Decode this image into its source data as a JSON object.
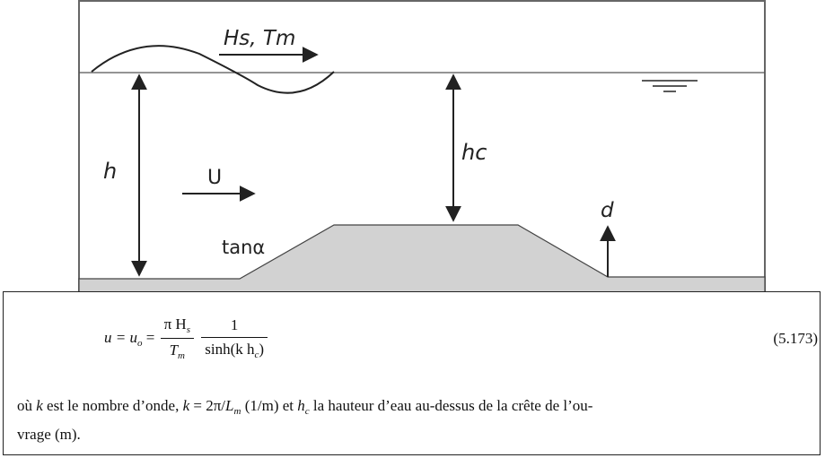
{
  "figure": {
    "labels": {
      "wave": "Hs, Tm",
      "h": "h",
      "hc": "hc",
      "u": "U",
      "d": "d",
      "slope": "tanα"
    },
    "colors": {
      "bed": "#d2d2d2",
      "lines": "#222222",
      "water_line": "#555555"
    }
  },
  "equation": {
    "lhs": "u = u",
    "lhs_sub": "o",
    "eq": " = ",
    "frac1_num": "π H",
    "frac1_num_sub": "s",
    "frac1_den": "T",
    "frac1_den_sub": "m",
    "frac2_num": "1",
    "frac2_den": "sinh(k h",
    "frac2_den_sub": "c",
    "frac2_den_close": ")",
    "number": "(5.173)"
  },
  "paragraph": {
    "part1": "où ",
    "k1": "k",
    "part2": " est le nombre d’onde, ",
    "k2": "k",
    "part3": " = 2π/",
    "L": "L",
    "L_sub": "m",
    "part4": " (1/m) et ",
    "h": "h",
    "h_sub": "c",
    "part5": " la hauteur d’eau au-dessus de la crête de l’ou-",
    "line2": "vrage (m)."
  }
}
